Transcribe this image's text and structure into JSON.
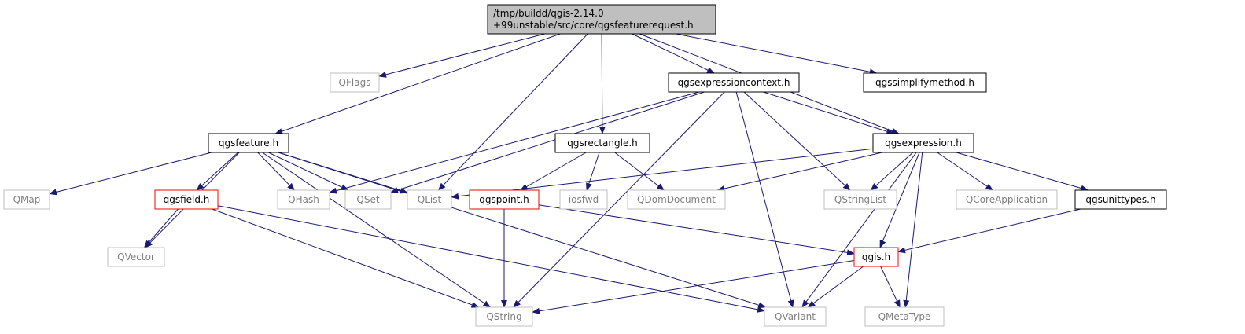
{
  "title": "/tmp/buildd/qgis-2.14.0+99unstable/src/core/qgsfeaturerequest.h",
  "colors": {
    "edge": "#191970",
    "root_fill": "#bfbfbf",
    "documented_border": "#000000",
    "undocumented_border": "#bfbfbf",
    "truncated_border": "#ff0000",
    "text_documented": "#000000",
    "text_undocumented": "#7f7f7f"
  },
  "nodes": [
    {
      "id": "root",
      "lines": [
        "/tmp/buildd/qgis-2.14.0",
        "+99unstable/src/core/qgsfeaturerequest.h"
      ],
      "style": "root"
    },
    {
      "id": "qflags",
      "lines": [
        "QFlags"
      ],
      "style": "undocumented"
    },
    {
      "id": "qgsexpressioncontext",
      "lines": [
        "qgsexpressioncontext.h"
      ],
      "style": "documented"
    },
    {
      "id": "qgssimplifymethod",
      "lines": [
        "qgssimplifymethod.h"
      ],
      "style": "documented"
    },
    {
      "id": "qgsfeature",
      "lines": [
        "qgsfeature.h"
      ],
      "style": "documented"
    },
    {
      "id": "qgsrectangle",
      "lines": [
        "qgsrectangle.h"
      ],
      "style": "documented"
    },
    {
      "id": "qgsexpression",
      "lines": [
        "qgsexpression.h"
      ],
      "style": "documented"
    },
    {
      "id": "qmap",
      "lines": [
        "QMap"
      ],
      "style": "undocumented"
    },
    {
      "id": "qgsfield",
      "lines": [
        "qgsfield.h"
      ],
      "style": "truncated"
    },
    {
      "id": "qhash",
      "lines": [
        "QHash"
      ],
      "style": "undocumented"
    },
    {
      "id": "qset",
      "lines": [
        "QSet"
      ],
      "style": "undocumented"
    },
    {
      "id": "qlist",
      "lines": [
        "QList"
      ],
      "style": "undocumented"
    },
    {
      "id": "qgspoint",
      "lines": [
        "qgspoint.h"
      ],
      "style": "truncated"
    },
    {
      "id": "iosfwd",
      "lines": [
        "iosfwd"
      ],
      "style": "undocumented"
    },
    {
      "id": "qdomdocument",
      "lines": [
        "QDomDocument"
      ],
      "style": "undocumented"
    },
    {
      "id": "qstringlist",
      "lines": [
        "QStringList"
      ],
      "style": "undocumented"
    },
    {
      "id": "qcoreapplication",
      "lines": [
        "QCoreApplication"
      ],
      "style": "undocumented"
    },
    {
      "id": "qgsunittypes",
      "lines": [
        "qgsunittypes.h"
      ],
      "style": "documented"
    },
    {
      "id": "qvector",
      "lines": [
        "QVector"
      ],
      "style": "undocumented"
    },
    {
      "id": "qgis",
      "lines": [
        "qgis.h"
      ],
      "style": "truncated"
    },
    {
      "id": "qstring",
      "lines": [
        "QString"
      ],
      "style": "undocumented"
    },
    {
      "id": "qvariant",
      "lines": [
        "QVariant"
      ],
      "style": "undocumented"
    },
    {
      "id": "qmetatype",
      "lines": [
        "QMetaType"
      ],
      "style": "undocumented"
    }
  ],
  "edges": [
    {
      "from": "root",
      "to": "qflags"
    },
    {
      "from": "root",
      "to": "qgsexpressioncontext"
    },
    {
      "from": "root",
      "to": "qgssimplifymethod"
    },
    {
      "from": "root",
      "to": "qgsfeature"
    },
    {
      "from": "root",
      "to": "qgsrectangle"
    },
    {
      "from": "root",
      "to": "qlist"
    },
    {
      "from": "root",
      "to": "qgsexpression"
    },
    {
      "from": "qgsexpressioncontext",
      "to": "qhash"
    },
    {
      "from": "qgsexpressioncontext",
      "to": "qset"
    },
    {
      "from": "qgsexpressioncontext",
      "to": "qgsexpression"
    },
    {
      "from": "qgsexpressioncontext",
      "to": "qstringlist"
    },
    {
      "from": "qgsexpressioncontext",
      "to": "qstring"
    },
    {
      "from": "qgsexpressioncontext",
      "to": "qvariant"
    },
    {
      "from": "qgsfeature",
      "to": "qmap"
    },
    {
      "from": "qgsfeature",
      "to": "qgsfield"
    },
    {
      "from": "qgsfeature",
      "to": "qhash"
    },
    {
      "from": "qgsfeature",
      "to": "qset"
    },
    {
      "from": "qgsfeature",
      "to": "qlist"
    },
    {
      "from": "qgsfeature",
      "to": "qvector"
    },
    {
      "from": "qgsfeature",
      "to": "qstring"
    },
    {
      "from": "qgsfeature",
      "to": "qvariant"
    },
    {
      "from": "qgsrectangle",
      "to": "qgspoint"
    },
    {
      "from": "qgsrectangle",
      "to": "iosfwd"
    },
    {
      "from": "qgsrectangle",
      "to": "qdomdocument"
    },
    {
      "from": "qgsexpression",
      "to": "qlist"
    },
    {
      "from": "qgsexpression",
      "to": "qdomdocument"
    },
    {
      "from": "qgsexpression",
      "to": "qstringlist"
    },
    {
      "from": "qgsexpression",
      "to": "qcoreapplication"
    },
    {
      "from": "qgsexpression",
      "to": "qgsunittypes"
    },
    {
      "from": "qgsexpression",
      "to": "qgis"
    },
    {
      "from": "qgsexpression",
      "to": "qvariant"
    },
    {
      "from": "qgsexpression",
      "to": "qmetatype"
    },
    {
      "from": "qgsfield",
      "to": "qvector"
    },
    {
      "from": "qgsfield",
      "to": "qstring"
    },
    {
      "from": "qgsfield",
      "to": "qvariant"
    },
    {
      "from": "qgspoint",
      "to": "qstring"
    },
    {
      "from": "qgspoint",
      "to": "qgis"
    },
    {
      "from": "qgsunittypes",
      "to": "qgis"
    },
    {
      "from": "qgis",
      "to": "qstring"
    },
    {
      "from": "qgis",
      "to": "qvariant"
    },
    {
      "from": "qgis",
      "to": "qmetatype"
    }
  ]
}
